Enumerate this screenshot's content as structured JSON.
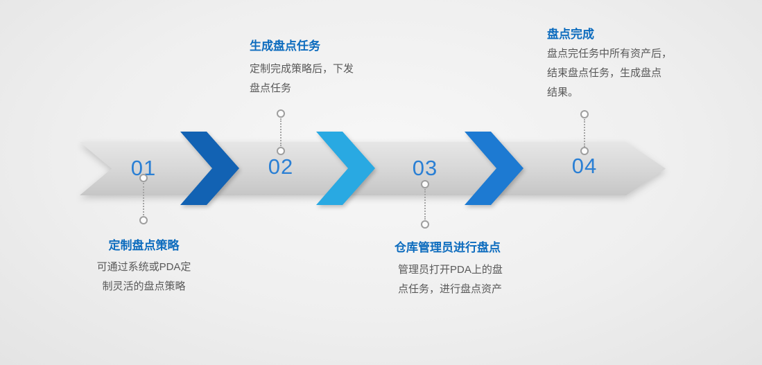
{
  "diagram": {
    "type": "process-timeline",
    "direction": "left-to-right",
    "colors": {
      "background": "#efefef",
      "band_gray": "#d8d8d8",
      "number_blue": "#2a7fd4",
      "title_blue": "#0d6cbe",
      "body_gray": "#595959",
      "chevrons": [
        "#1262b3",
        "#29a9e2",
        "#1d7ad2"
      ]
    },
    "steps": [
      {
        "number": "01",
        "title": "定制盘点策略",
        "lines": [
          "可通过系统或PDA定",
          "制灵活的盘点策略"
        ],
        "label_position": "below"
      },
      {
        "number": "02",
        "title": "生成盘点任务",
        "lines": [
          "定制完成策略后，下发",
          "盘点任务"
        ],
        "label_position": "above"
      },
      {
        "number": "03",
        "title": "仓库管理员进行盘点",
        "lines": [
          "管理员打开PDA上的盘",
          "点任务，进行盘点资产"
        ],
        "label_position": "below"
      },
      {
        "number": "04",
        "title": "盘点完成",
        "lines": [
          "盘点完任务中所有资产后，",
          "结束盘点任务，生成盘点",
          "结果。"
        ],
        "label_position": "above"
      }
    ]
  }
}
